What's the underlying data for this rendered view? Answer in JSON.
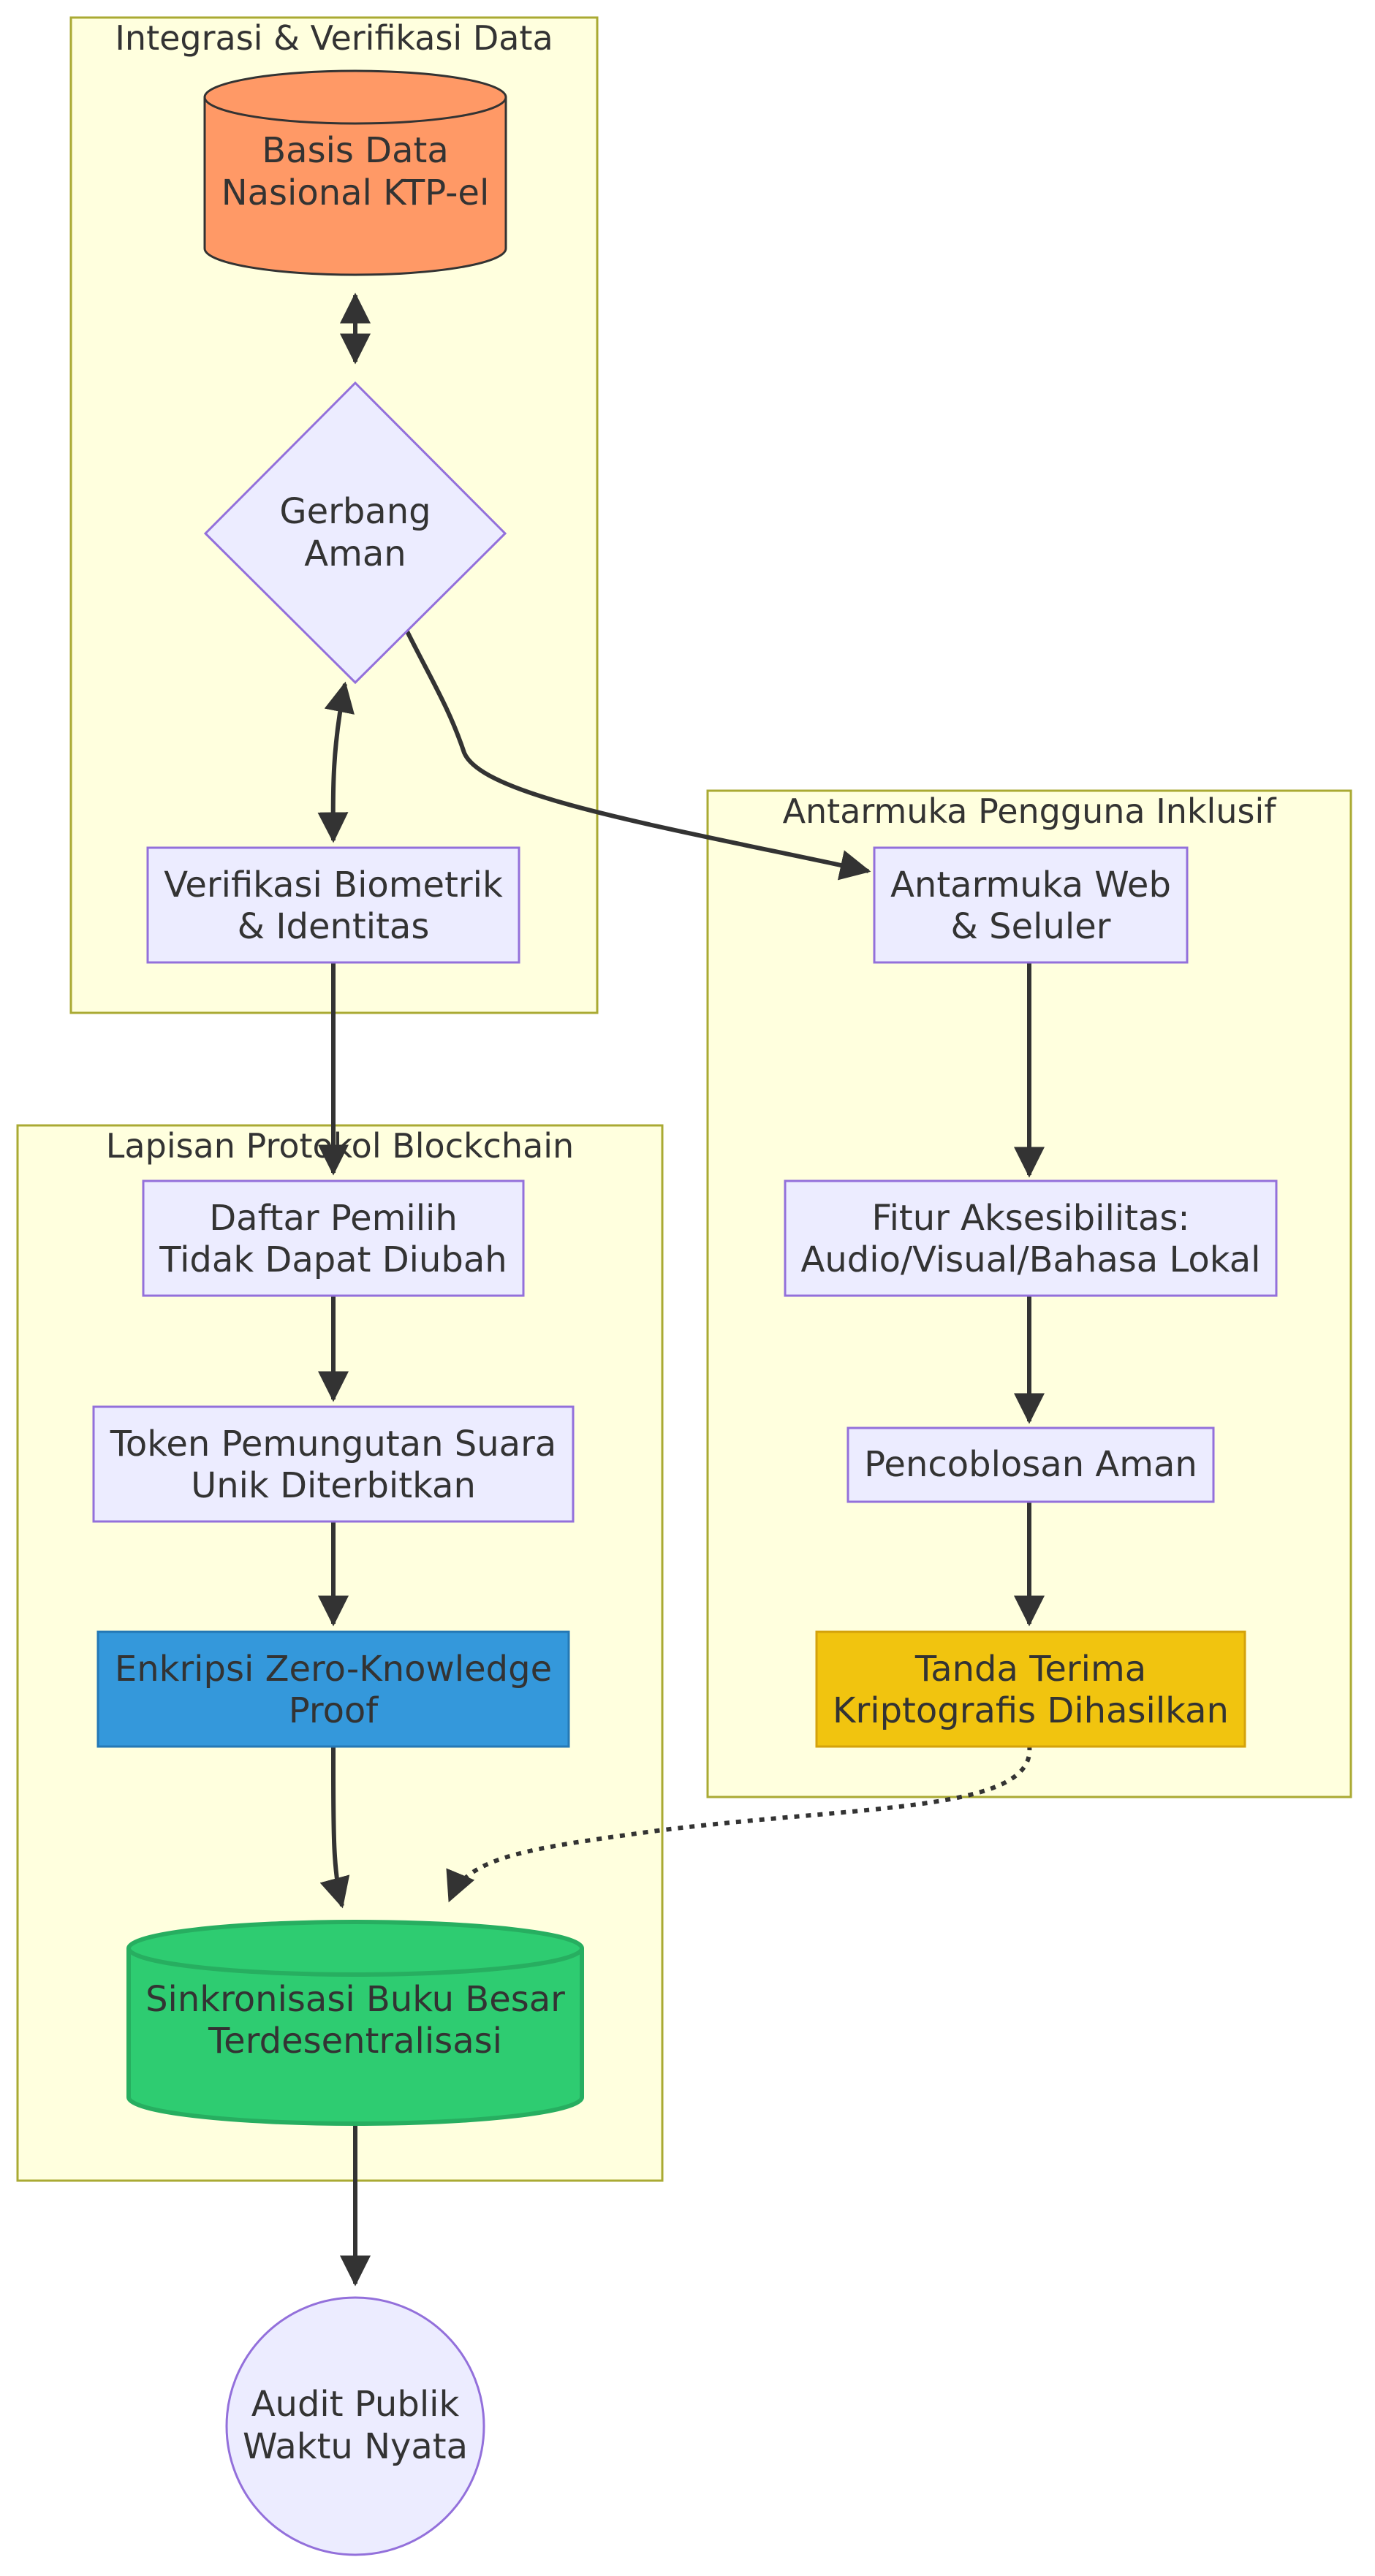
{
  "diagram": {
    "clusters": {
      "integration": {
        "title": "Integrasi & Verifikasi Data"
      },
      "interface": {
        "title": "Antarmuka Pengguna Inklusif"
      },
      "blockchain": {
        "title": "Lapisan Protokol Blockchain"
      }
    },
    "nodes": {
      "database": {
        "line1": "Basis Data",
        "line2": "Nasional KTP-el",
        "fill": "#ff9966"
      },
      "gateway": {
        "line1": "Gerbang",
        "line2": "Aman"
      },
      "biometric": {
        "line1": "Verifikasi Biometrik",
        "line2": "& Identitas"
      },
      "web": {
        "line1": "Antarmuka Web",
        "line2": "& Seluler"
      },
      "accessibility": {
        "line1": "Fitur Aksesibilitas:",
        "line2": "Audio/Visual/Bahasa Lokal"
      },
      "voting": {
        "line1": "Pencoblosan Aman"
      },
      "receipt": {
        "line1": "Tanda Terima",
        "line2": "Kriptografis Dihasilkan",
        "fill": "#f1c40f"
      },
      "voterlist": {
        "line1": "Daftar Pemilih",
        "line2": "Tidak Dapat Diubah"
      },
      "token": {
        "line1": "Token Pemungutan Suara",
        "line2": "Unik Diterbitkan"
      },
      "zkp": {
        "line1": "Enkripsi Zero-Knowledge",
        "line2": "Proof",
        "fill": "#3498db"
      },
      "ledger": {
        "line1": "Sinkronisasi Buku Besar",
        "line2": "Terdesentralisasi",
        "fill": "#2ecc71"
      },
      "audit": {
        "line1": "Audit Publik",
        "line2": "Waktu Nyata"
      }
    }
  }
}
